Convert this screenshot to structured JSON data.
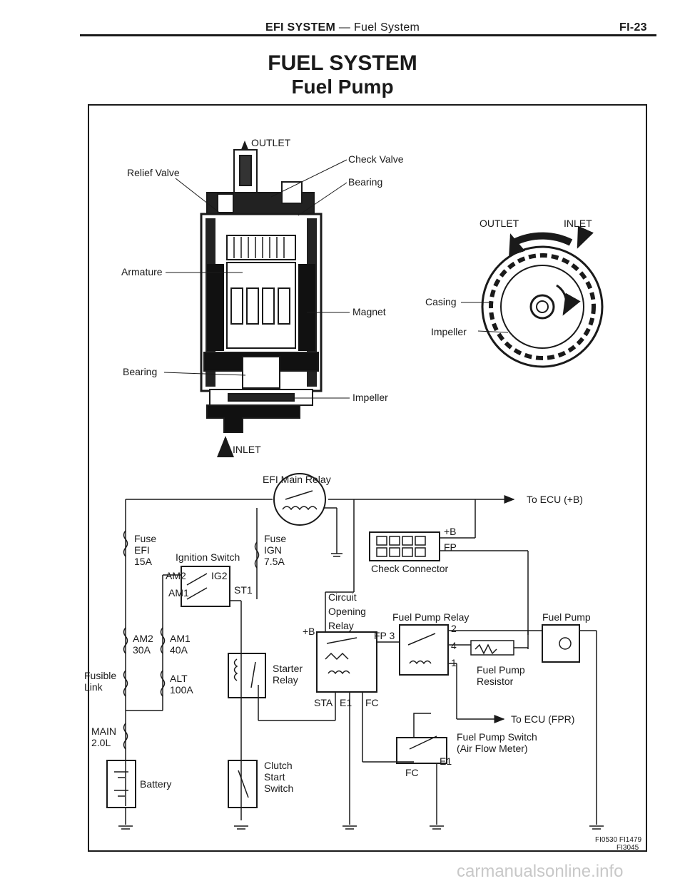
{
  "header": {
    "section": "EFI SYSTEM",
    "dash": "—",
    "subsection": "Fuel System",
    "page": "FI-23"
  },
  "title": "FUEL SYSTEM",
  "subtitle": "Fuel Pump",
  "pump_diagram": {
    "outlet": "OUTLET",
    "inlet": "INLET",
    "relief_valve": "Relief Valve",
    "check_valve": "Check Valve",
    "bearing_top": "Bearing",
    "armature": "Armature",
    "magnet": "Magnet",
    "bearing_bottom": "Bearing",
    "impeller": "Impeller"
  },
  "impeller_view": {
    "outlet": "OUTLET",
    "inlet": "INLET",
    "casing": "Casing",
    "impeller": "Impeller"
  },
  "wiring": {
    "efi_main_relay": "EFI Main Relay",
    "to_ecu_b": "To ECU (+B)",
    "fuse_efi": [
      "Fuse",
      "EFI",
      "15A"
    ],
    "fuse_ign": [
      "Fuse",
      "IGN",
      "7.5A"
    ],
    "ignition_switch": "Ignition Switch",
    "am2": "AM2",
    "ig2": "IG2",
    "am1": "AM1",
    "st1": "ST1",
    "plus_b_conn": "+B",
    "fp_conn": "FP",
    "check_connector": "Check Connector",
    "circuit_opening_relay": [
      "Circuit",
      "Opening",
      "Relay"
    ],
    "plus_b_cor": "+B",
    "fp3": "FP 3",
    "sta": "STA",
    "e1": "E1",
    "fc": "FC",
    "fuel_pump_relay": "Fuel Pump Relay",
    "term_2": "2",
    "term_4": "4",
    "term_1": "1",
    "fuel_pump": "Fuel Pump",
    "fuel_pump_resistor": [
      "Fuel Pump",
      "Resistor"
    ],
    "fusible_am2": [
      "AM2",
      "30A"
    ],
    "fusible_am1": [
      "AM1",
      "40A"
    ],
    "fusible_link": [
      "Fusible",
      "Link"
    ],
    "fusible_alt": [
      "ALT",
      "100A"
    ],
    "starter_relay": [
      "Starter",
      "Relay"
    ],
    "to_ecu_fpr": "To ECU (FPR)",
    "fuel_pump_switch": [
      "Fuel Pump Switch",
      "(Air Flow Meter)"
    ],
    "fc_switch": "FC",
    "e1_switch": "E1",
    "main_fuse": [
      "MAIN",
      "2.0L"
    ],
    "battery": "Battery",
    "clutch_start_switch": [
      "Clutch",
      "Start",
      "Switch"
    ],
    "figure_codes": [
      "FI0530 FI1479",
      "FI3045"
    ]
  },
  "watermark": "carmanualsonline.info"
}
